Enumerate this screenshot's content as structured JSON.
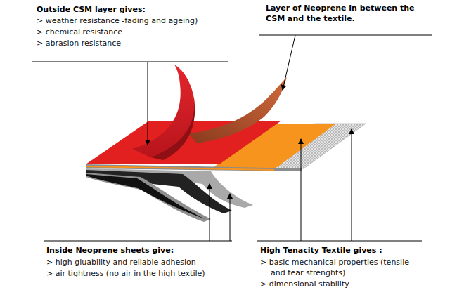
{
  "diagram": {
    "labels": [
      "Outside CSM layer gives:",
      "> weather resistance -fading and ageing)",
      "> chemical resistance",
      "> abrasion resistance",
      "Layer of Neoprene in between the CSM and the textile.",
      "Inside Neoprene sheets give:",
      "> high gluability and reliable adhesion",
      "> air tightness (no air in the high textile)",
      "High Tenacity Textile gives :",
      "> basic mechanical properties (tensile and tear strenghts)",
      "> dimensional stability"
    ]
  }
}
